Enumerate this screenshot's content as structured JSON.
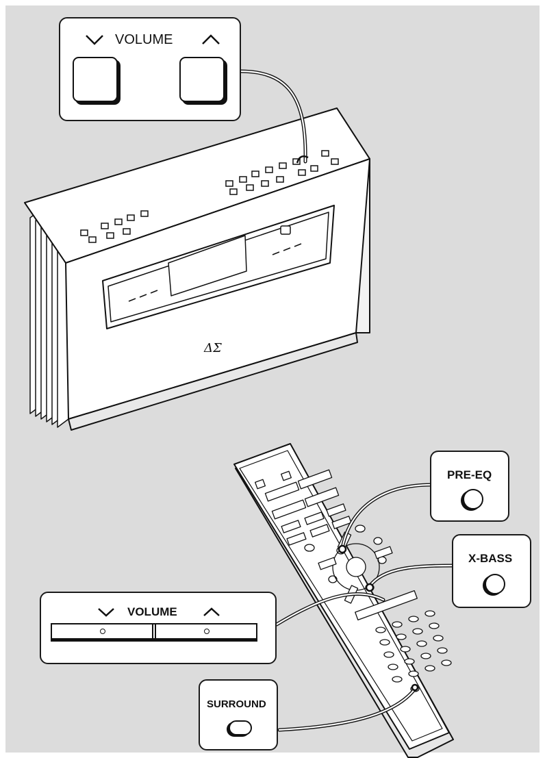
{
  "unit_callout": {
    "label": "VOLUME",
    "down_icon": "chevron-down-icon",
    "up_icon": "chevron-up-icon"
  },
  "remote_volume_callout": {
    "label": "VOLUME",
    "down_icon": "chevron-down-icon",
    "up_icon": "chevron-up-icon"
  },
  "pre_eq_callout": {
    "label": "PRE-EQ"
  },
  "x_bass_callout": {
    "label": "X-BASS"
  },
  "surround_callout": {
    "label": "SURROUND"
  },
  "colors": {
    "background": "#dcdcdc",
    "line": "#111111",
    "fill": "#ffffff"
  }
}
